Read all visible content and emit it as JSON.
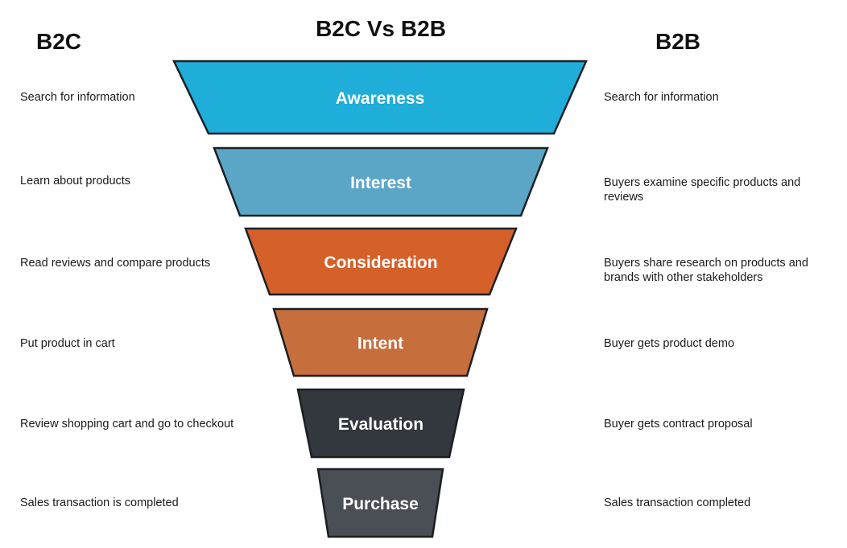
{
  "title": "B2C Vs B2B",
  "columns": {
    "b2c_heading": "B2C",
    "b2b_heading": "B2B"
  },
  "stages": [
    {
      "label": "Awareness",
      "color": "#1FADD9",
      "b2c": "Search for information",
      "b2b": "Search for information"
    },
    {
      "label": "Interest",
      "color": "#5BA5C6",
      "b2c": "Learn about products",
      "b2b": "Buyers examine specific products and reviews"
    },
    {
      "label": "Consideration",
      "color": "#D6602A",
      "b2c": "Read reviews and compare products",
      "b2b": "Buyers share research on products and brands with other stakeholders"
    },
    {
      "label": "Intent",
      "color": "#C66E3C",
      "b2c": "Put product in cart",
      "b2b": "Buyer gets product demo"
    },
    {
      "label": "Evaluation",
      "color": "#33383E",
      "b2c": "Review shopping cart and go to checkout",
      "b2b": "Buyer gets contract proposal"
    },
    {
      "label": "Purchase",
      "color": "#4A4E55",
      "b2c": "Sales transaction is completed",
      "b2b": "Sales transaction completed"
    }
  ]
}
